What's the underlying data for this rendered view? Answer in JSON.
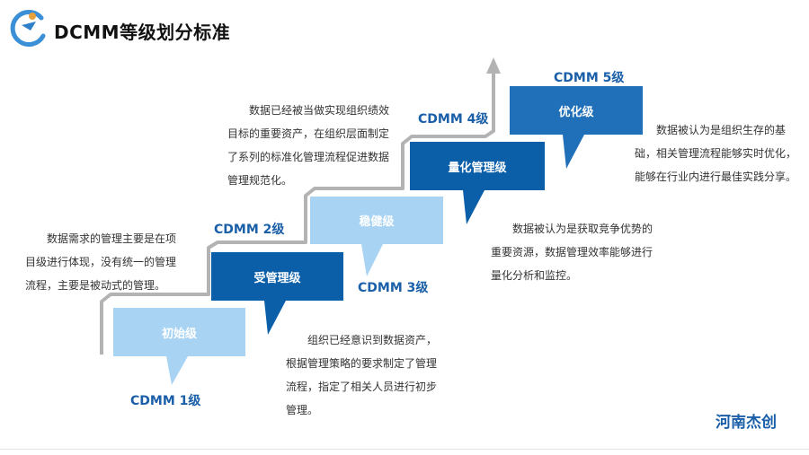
{
  "title": "DCMM等级划分标准",
  "brand": "河南杰创",
  "colors": {
    "light": "#a9d3f3",
    "dark": "#0b5ea8",
    "accent": "#1a5fa8",
    "stair": "#b3b3b3"
  },
  "levels": [
    {
      "code": "CDMM 1级",
      "name": "初始级",
      "desc": "数据需求的管理主要是在项目级进行体现，没有统一的管理流程，主要是被动式的管理。"
    },
    {
      "code": "CDMM 2级",
      "name": "受管理级",
      "desc": "组织已经意识到数据资产，根据管理策略的要求制定了管理流程，指定了相关人员进行初步管理。"
    },
    {
      "code": "CDMM 3级",
      "name": "稳健级",
      "desc": "数据已经被当做实现组织绩效目标的重要资产，在组织层面制定了系列的标准化管理流程促进数据管理规范化。"
    },
    {
      "code": "CDMM 4级",
      "name": "量化管理级",
      "desc": "数据被认为是获取竞争优势的重要资源，数据管理效率能够进行量化分析和监控。"
    },
    {
      "code": "CDMM 5级",
      "name": "优化级",
      "desc": "数据被认为是组织生存的基础，相关管理流程能够实时优化，能够在行业内进行最佳实践分享。"
    }
  ]
}
